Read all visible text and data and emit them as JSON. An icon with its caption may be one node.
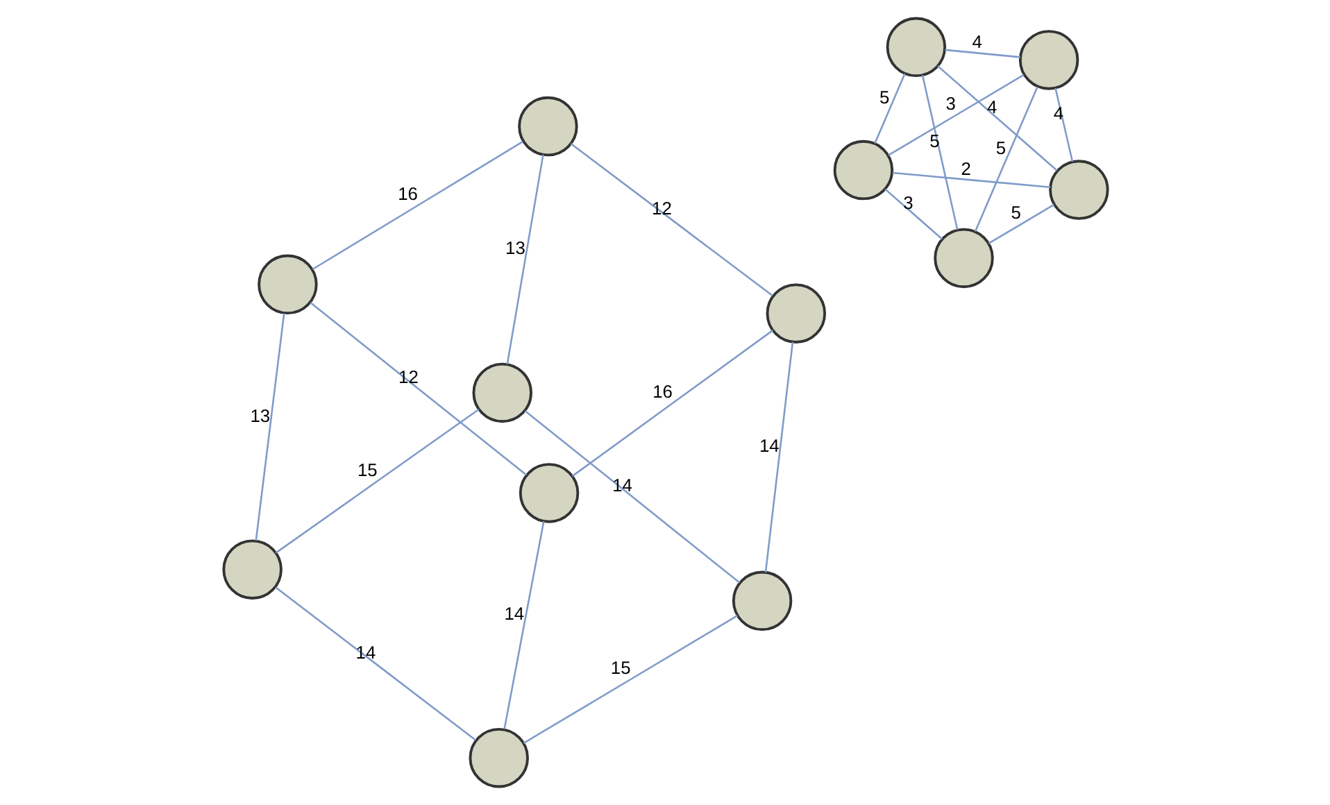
{
  "diagram": {
    "nodes": [
      {
        "text": [],
        "shape": "circle"
      },
      {
        "text": [],
        "shape": "circle"
      },
      {
        "text": [],
        "shape": "circle"
      },
      {
        "text": [],
        "shape": "circle"
      },
      {
        "text": [],
        "shape": "circle"
      },
      {
        "text": [],
        "shape": "circle"
      },
      {
        "text": [],
        "shape": "circle"
      },
      {
        "text": [],
        "shape": "circle"
      },
      {
        "text": [],
        "shape": "circle"
      },
      {
        "text": [],
        "shape": "circle"
      },
      {
        "text": [],
        "shape": "circle"
      },
      {
        "text": [],
        "shape": "circle"
      },
      {
        "text": [],
        "shape": "circle"
      }
    ],
    "edges": [
      {
        "from": 0,
        "to": 1,
        "arrow": "none",
        "label": "2"
      },
      {
        "from": 0,
        "to": 2,
        "arrow": "none",
        "label": "3"
      },
      {
        "from": 0,
        "to": 3,
        "arrow": "none",
        "label": "5"
      },
      {
        "from": 0,
        "to": 4,
        "arrow": "none",
        "label": "3"
      },
      {
        "from": 1,
        "to": 2,
        "arrow": "none",
        "label": "5"
      },
      {
        "from": 1,
        "to": 3,
        "arrow": "none",
        "label": "4"
      },
      {
        "from": 1,
        "to": 4,
        "arrow": "none",
        "label": "4"
      },
      {
        "from": 2,
        "to": 3,
        "arrow": "none",
        "label": "5"
      },
      {
        "from": 2,
        "to": 4,
        "arrow": "none",
        "label": "5"
      },
      {
        "from": 3,
        "to": 4,
        "arrow": "none",
        "label": "4"
      },
      {
        "from": 5,
        "to": 6,
        "arrow": "none",
        "label": "15"
      },
      {
        "from": 5,
        "to": 7,
        "arrow": "none",
        "label": "13"
      },
      {
        "from": 6,
        "to": 8,
        "arrow": "none",
        "label": "13"
      },
      {
        "from": 7,
        "to": 8,
        "arrow": "none",
        "label": "16"
      },
      {
        "from": 7,
        "to": 9,
        "arrow": "none",
        "label": "12"
      },
      {
        "from": 8,
        "to": 10,
        "arrow": "none",
        "label": "12"
      },
      {
        "from": 9,
        "to": 10,
        "arrow": "none",
        "label": "16"
      },
      {
        "from": 9,
        "to": 11,
        "arrow": "none",
        "label": "14"
      },
      {
        "from": 10,
        "to": 12,
        "arrow": "none",
        "label": "14"
      },
      {
        "from": 11,
        "to": 12,
        "arrow": "none",
        "label": "15"
      },
      {
        "from": 5,
        "to": 11,
        "arrow": "none",
        "label": "14"
      },
      {
        "from": 6,
        "to": 12,
        "arrow": "none",
        "label": "14"
      }
    ]
  }
}
